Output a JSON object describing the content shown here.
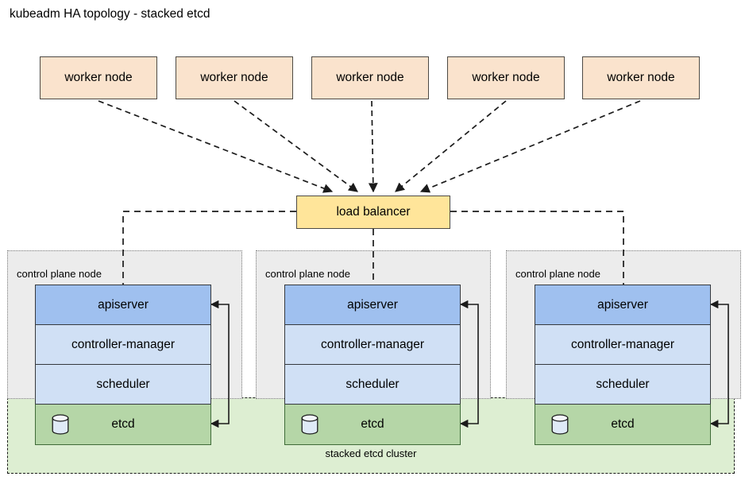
{
  "title": "kubeadm HA topology - stacked etcd",
  "colors": {
    "worker_fill": "#fae3cd",
    "load_balancer_fill": "#ffe59a",
    "apiserver_fill": "#9fc0ef",
    "component_fill": "#d0e0f5",
    "etcd_fill": "#b5d6a7",
    "etcd_cluster_fill": "#ddeed2",
    "control_plane_fill": "#ececec",
    "border_dark": "#4d4a44",
    "connector": "#1b1b1b"
  },
  "workers": [
    {
      "label": "worker node"
    },
    {
      "label": "worker node"
    },
    {
      "label": "worker node"
    },
    {
      "label": "worker node"
    },
    {
      "label": "worker node"
    }
  ],
  "load_balancer": {
    "label": "load balancer"
  },
  "etcd_cluster": {
    "label": "stacked etcd cluster"
  },
  "control_planes": [
    {
      "label": "control plane node",
      "components": [
        {
          "label": "apiserver"
        },
        {
          "label": "controller-manager"
        },
        {
          "label": "scheduler"
        },
        {
          "label": "etcd",
          "icon": "database-cylinder-icon"
        }
      ]
    },
    {
      "label": "control plane node",
      "components": [
        {
          "label": "apiserver"
        },
        {
          "label": "controller-manager"
        },
        {
          "label": "scheduler"
        },
        {
          "label": "etcd",
          "icon": "database-cylinder-icon"
        }
      ]
    },
    {
      "label": "control plane node",
      "components": [
        {
          "label": "apiserver"
        },
        {
          "label": "controller-manager"
        },
        {
          "label": "scheduler"
        },
        {
          "label": "etcd",
          "icon": "database-cylinder-icon"
        }
      ]
    }
  ]
}
